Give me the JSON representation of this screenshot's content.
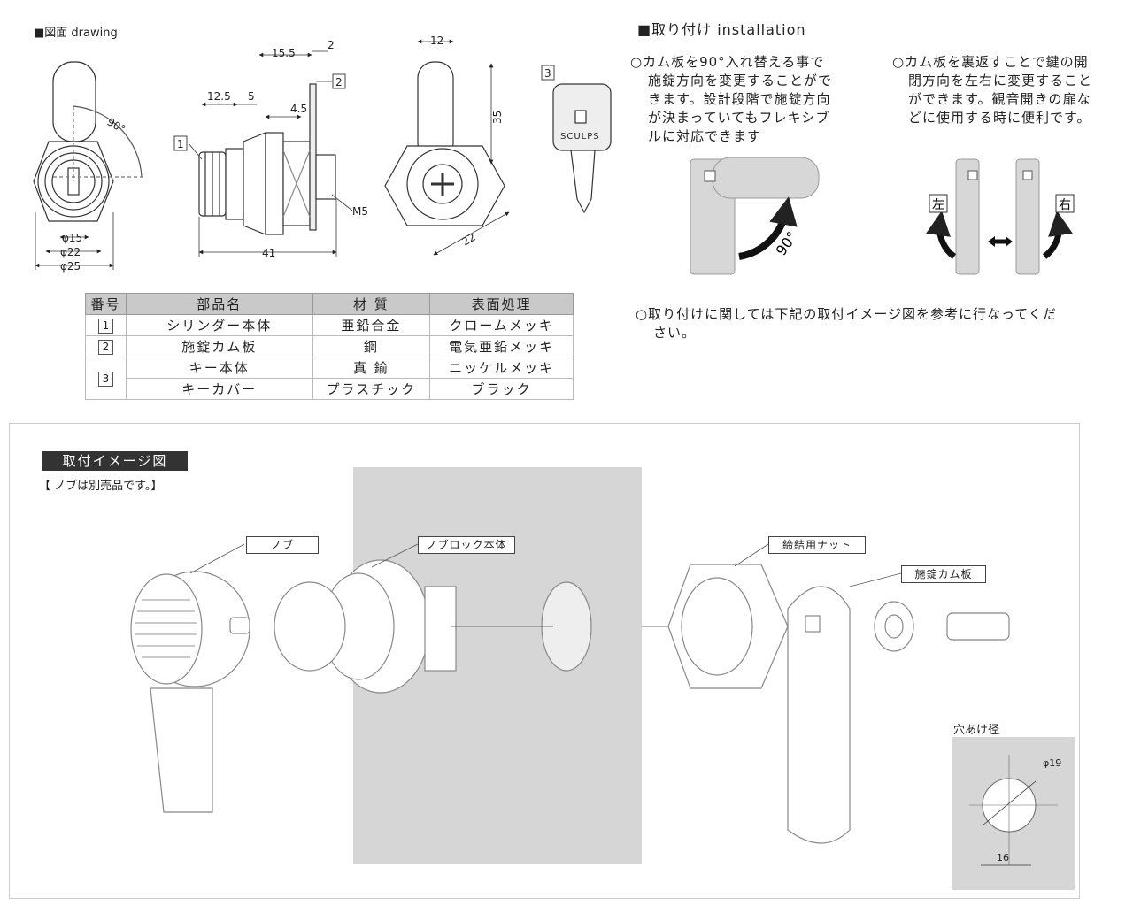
{
  "drawing_section": {
    "title": "■図面 drawing"
  },
  "installation_section": {
    "title": "■取り付け installation",
    "note1": [
      "○カム板を90°入れ替える事で",
      "施錠方向を変更することがで",
      "きます。設計段階で施錠方向",
      "が決まっていてもフレキシブ",
      "ルに対応できます"
    ],
    "note2": [
      "○カム板を裏返すことで鍵の開",
      "閉方向を左右に変更すること",
      "ができます。観音開きの扉な",
      "どに使用する時に便利です。"
    ],
    "note3": [
      "○取り付けに関しては下記の取付イメージ図を参考に行なってくだ",
      "さい。"
    ],
    "angle_label": "90°",
    "left_label": "左",
    "right_label": "右"
  },
  "dimensions": {
    "angle": "90°",
    "phi15": "φ15",
    "phi22": "φ22",
    "phi25": "φ25",
    "d12_5": "12.5",
    "d5": "5",
    "d15_5": "15.5",
    "d2": "2",
    "d4_5": "4.5",
    "d41": "41",
    "m5": "M5",
    "d12": "12",
    "d35": "35",
    "d22": "22",
    "num1": "1",
    "num2": "2",
    "num3": "3",
    "key_brand": "SCULPS"
  },
  "parts_table": {
    "headers": [
      "番号",
      "部品名",
      "材 質",
      "表面処理"
    ],
    "rows": [
      {
        "num": "1",
        "name": "シリンダー本体",
        "material": "亜鉛合金",
        "finish": "クロームメッキ"
      },
      {
        "num": "2",
        "name": "施錠カム板",
        "material": "鋼",
        "finish": "電気亜鉛メッキ"
      },
      {
        "num": "3",
        "name": "キー本体",
        "material": "真 鍮",
        "finish": "ニッケルメッキ"
      },
      {
        "num": "",
        "name": "キーカバー",
        "material": "プラスチック",
        "finish": "ブラック"
      }
    ]
  },
  "mount_section": {
    "title": "取付イメージ図",
    "subtitle": "【 ノブは別売品です。】",
    "labels": {
      "knob": "ノブ",
      "knob_lock": "ノブロック本体",
      "nut": "締結用ナット",
      "cam": "施錠カム板"
    },
    "hole": {
      "title": "穴あけ径",
      "phi": "φ19",
      "width": "16"
    }
  }
}
